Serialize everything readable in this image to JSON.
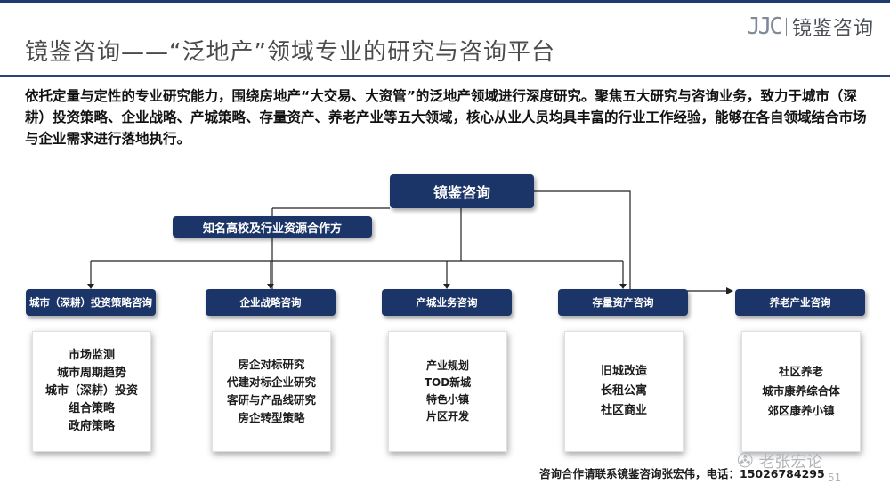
{
  "header": {
    "logo_mark": "JJC",
    "logo_text": "镜鉴咨询",
    "title": "镜鉴咨询——“泛地产”领域专业的研究与咨询平台"
  },
  "intro": "依托定量与定性的专业研究能力，围绕房地产“大交易、大资管”的泛地产领域进行深度研究。聚焦五大研究与咨询业务，致力于城市（深耕）投资策略、企业战略、产城策略、存量资产、养老产业等五大领域，核心从业人员均具丰富的行业工作经验，能够在各自领域结合市场与企业需求进行落地执行。",
  "diagram": {
    "root": "镜鉴咨询",
    "partner": "知名高校及行业资源合作方",
    "categories": [
      {
        "label": "城市（深耕）投资策略咨询",
        "items": [
          "市场监测",
          "城市周期趋势",
          "城市（深耕）投资",
          "组合策略",
          "政府策略"
        ]
      },
      {
        "label": "企业战略咨询",
        "items": [
          "房企对标研究",
          "代建对标企业研究",
          "客研与产品线研究",
          "房企转型策略"
        ]
      },
      {
        "label": "产城业务咨询",
        "items": [
          "产业规划",
          "TOD新城",
          "特色小镇",
          "片区开发"
        ]
      },
      {
        "label": "存量资产咨询",
        "items": [
          "旧城改造",
          "长租公寓",
          "社区商业"
        ]
      },
      {
        "label": "养老产业咨询",
        "items": [
          "社区养老",
          "城市康养综合体",
          "郊区康养小镇"
        ]
      }
    ]
  },
  "footer": {
    "contact": "咨询合作请联系镜鉴咨询张宏伟，电话：15026784295",
    "page_number": "51",
    "watermark": "老张宏论"
  }
}
